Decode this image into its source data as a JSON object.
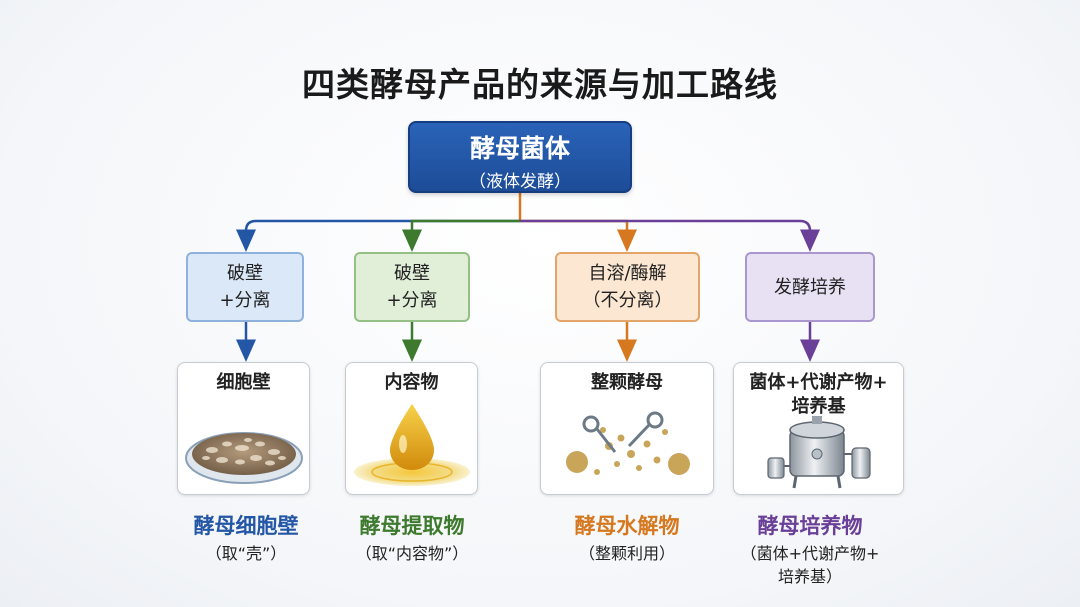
{
  "title": "四类酵母产品的来源与加工路线",
  "root": {
    "main": "酵母菌体",
    "sub": "（液体发酵）"
  },
  "colors": {
    "blue": "#2456a6",
    "green": "#3d7a2e",
    "orange": "#d6781f",
    "purple": "#6a3f98"
  },
  "branches": [
    {
      "process": [
        "破壁",
        "+分离"
      ],
      "material": [
        "细胞壁"
      ],
      "product": "酵母细胞壁",
      "note": [
        "（取“壳”）"
      ],
      "image_icon": "cell-wall-dish-icon"
    },
    {
      "process": [
        "破壁",
        "+分离"
      ],
      "material": [
        "内容物"
      ],
      "product": "酵母提取物",
      "note": [
        "（取“内容物”）"
      ],
      "image_icon": "oil-drop-icon"
    },
    {
      "process": [
        "自溶/酶解",
        "（不分离）"
      ],
      "material": [
        "整颗酵母"
      ],
      "product": "酵母水解物",
      "note": [
        "（整颗利用）"
      ],
      "image_icon": "enzyme-scissors-icon"
    },
    {
      "process": [
        "发酵培养"
      ],
      "material": [
        "菌体+代谢产物+",
        "培养基"
      ],
      "product": "酵母培养物",
      "note": [
        "（菌体+代谢产物+",
        "培养基）"
      ],
      "image_icon": "fermenter-tank-icon"
    }
  ]
}
